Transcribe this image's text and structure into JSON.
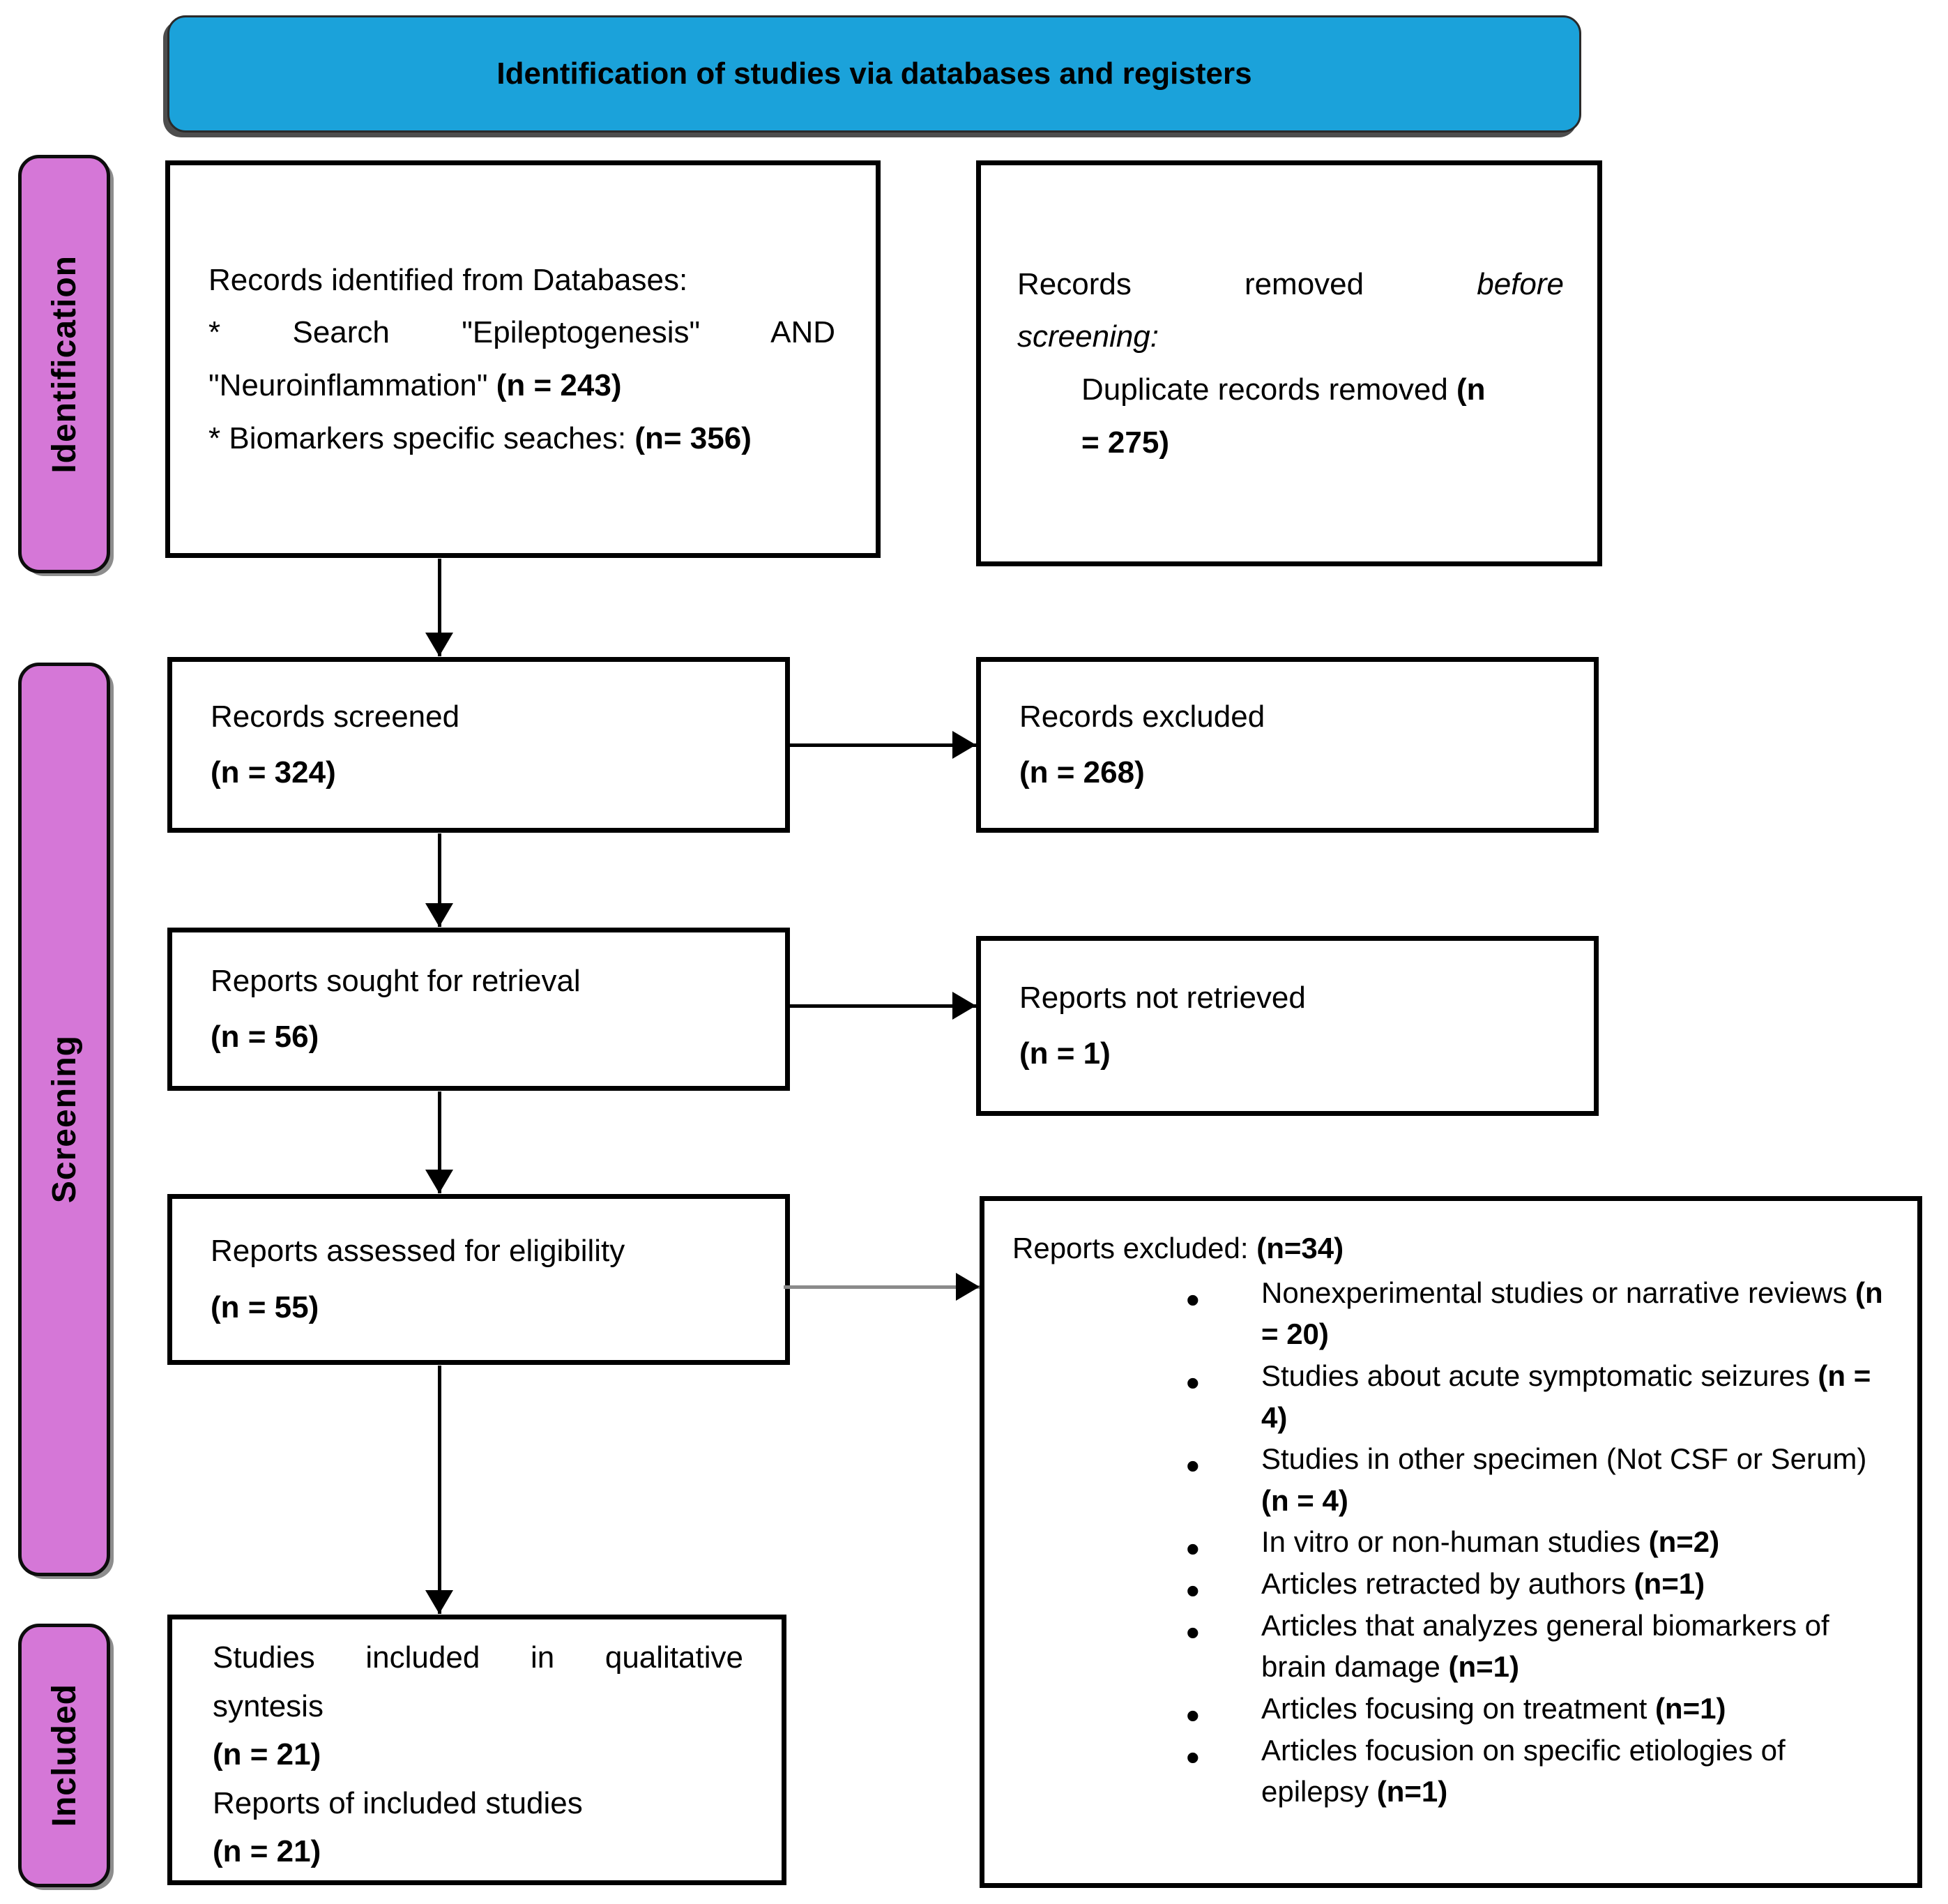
{
  "colors": {
    "banner_bg": "#1ba2da",
    "phase_label_bg": "#d577d7",
    "box_border": "#000000",
    "grey_arrow": "#8a8a8a"
  },
  "banner": {
    "title": "Identification of studies via databases and registers"
  },
  "phases": {
    "identification": "Identification",
    "screening": "Screening",
    "included": "Included"
  },
  "records_identified": {
    "line1": "Records identified from Databases:",
    "search_par": "* Search \"Epileptogenesis\" AND \"Neuroinflammation\" ",
    "search_n": "(n = 243)",
    "biomarkers": "* Biomarkers specific seaches: ",
    "biomarkers_n": "(n= 356)"
  },
  "records_removed": {
    "w1": "Records",
    "w2": "removed",
    "w3": "before",
    "line2": "screening:",
    "dup_text": "Duplicate records removed ",
    "dup_n_open": "(n",
    "dup_n_close": "= 275)"
  },
  "records_screened": {
    "label": "Records screened",
    "n": "(n = 324)"
  },
  "records_excluded": {
    "label": "Records excluded",
    "n": "(n = 268)"
  },
  "reports_sought": {
    "label": "Reports sought for retrieval",
    "n": "(n = 56)"
  },
  "reports_not_retrieved": {
    "label": "Reports not retrieved",
    "n": "(n = 1)"
  },
  "reports_assessed": {
    "label": "Reports assessed for eligibility",
    "n": "(n = 55)"
  },
  "reports_excluded_detail": {
    "title": "Reports excluded: ",
    "title_n": "(n=34)",
    "items": [
      {
        "text": "Nonexperimental studies or narrative reviews ",
        "n": "(n = 20)"
      },
      {
        "text": "Studies about acute symptomatic seizures ",
        "n": "(n = 4)"
      },
      {
        "text": "Studies in other specimen (Not CSF or Serum) ",
        "n": "(n = 4)"
      },
      {
        "text": "In vitro or non-human studies ",
        "n": "(n=2)"
      },
      {
        "text": "Articles retracted by authors ",
        "n": "(n=1)"
      },
      {
        "text": "Articles that analyzes general biomarkers of brain damage ",
        "n": "(n=1)"
      },
      {
        "text": "Articles focusing on treatment ",
        "n": "(n=1)"
      },
      {
        "text": "Articles focusion on specific etiologies of epilepsy ",
        "n": "(n=1)"
      }
    ]
  },
  "included_box": {
    "w1": "Studies",
    "w2": "included",
    "w3": "in",
    "w4": "qualitative",
    "line2": "syntesis",
    "n1": "(n = 21)",
    "line3": "Reports of included studies",
    "n2": "(n = 21)"
  }
}
